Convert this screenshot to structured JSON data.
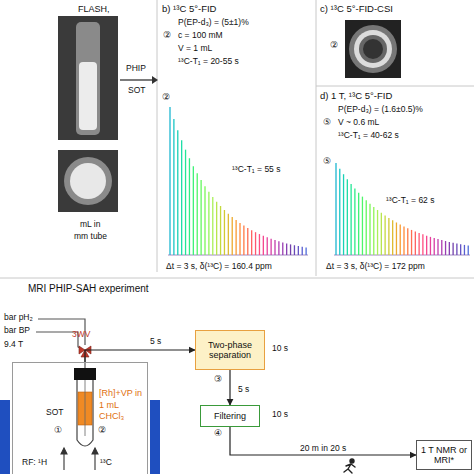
{
  "diagram": {
    "nodes": [
      {
        "text": [
          "[Rh]+VP in 1 mL CHCl₃"
        ]
      },
      {
        "text": [
          "Two-phase separation"
        ]
      },
      {
        "text": [
          "Filtering"
        ]
      },
      {
        "text": [
          "1 T NMR or MRI*"
        ]
      }
    ],
    "edges": [
      {
        "from": 0,
        "to": 1,
        "arrow": "to",
        "label": "5 s"
      },
      {
        "from": 1,
        "to": 2,
        "arrow": "to",
        "label": "5 s"
      },
      {
        "from": 2,
        "to": 3,
        "arrow": "to",
        "label": "20 m in 20 s"
      }
    ],
    "labels": [
      "FLASH,",
      "mL in",
      "mm tube",
      "PHIP",
      "SOT",
      "b) ¹³C 5°-FID",
      "P(EP-d₃) = (5±1)%",
      "②",
      "c = 100 mM",
      "V = 1 mL",
      "¹³C-T₁ = 20-55 s",
      "②",
      "¹³C-T₁ = 55 s",
      "Δt = 3 s, δ(¹³C) = 160.4 ppm",
      "c) ¹³C 5°-FID-CSI",
      "②",
      "d) 1 T, ¹³C 5°-FID",
      "P(EP-d₃) = (1.6±0.5)%",
      "⑤",
      "V ~ 0.6 mL",
      "¹³C-T₁ = 40-62 s",
      "⑤",
      "¹³C-T₁ = 62 s",
      "Δt = 3 s, δ(¹³C) = 172 ppm",
      "MRI PHIP-SAH experiment",
      "bar pH₂",
      "bar BP",
      "9.4 T",
      "3WV",
      "SOT",
      "①",
      "②",
      "RF: ¹H",
      "¹³C",
      "10 s",
      "③",
      "10 s",
      "④"
    ]
  }
}
